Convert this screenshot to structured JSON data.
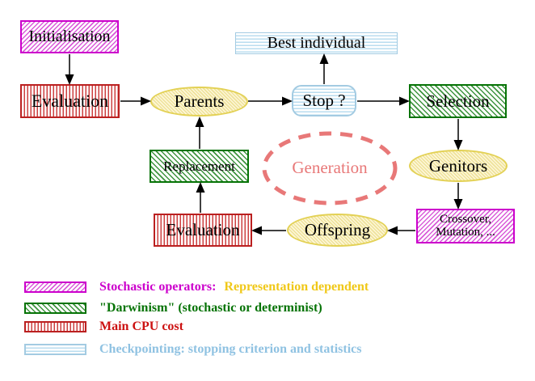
{
  "nodes": {
    "initialisation": {
      "label": "Initialisation"
    },
    "evaluation_top": {
      "label": "Evaluation"
    },
    "parents": {
      "label": "Parents"
    },
    "best_individual": {
      "label": "Best individual"
    },
    "stop": {
      "label": "Stop ?"
    },
    "selection": {
      "label": "Selection"
    },
    "genitors": {
      "label": "Genitors"
    },
    "crossover_mutation": {
      "line1": "Crossover,",
      "line2": "Mutation, ..."
    },
    "offspring": {
      "label": "Offspring"
    },
    "evaluation_bottom": {
      "label": "Evaluation"
    },
    "replacement": {
      "label": "Replacement"
    },
    "generation": {
      "label": "Generation"
    }
  },
  "legend": {
    "items": [
      {
        "swatch": "magenta-diagonal-hatch",
        "text": "Stochastic operators:",
        "text2": "Representation dependent"
      },
      {
        "swatch": "green-diagonal-hatch",
        "text": "\"Darwinism\" (stochastic or determinist)"
      },
      {
        "swatch": "red-vertical-stripes",
        "text": "Main CPU cost"
      },
      {
        "swatch": "cyan-horizontal-stripes",
        "text": "Checkpointing: stopping criterion and statistics"
      }
    ]
  },
  "colors": {
    "magenta": "#cc00cc",
    "green": "#067306",
    "red": "#bb2020",
    "cyan": "#a3cbe2",
    "yellow_border": "#e3d155",
    "yellow_text": "#f0c818",
    "salmon": "#e87878",
    "arrow": "#000000"
  }
}
